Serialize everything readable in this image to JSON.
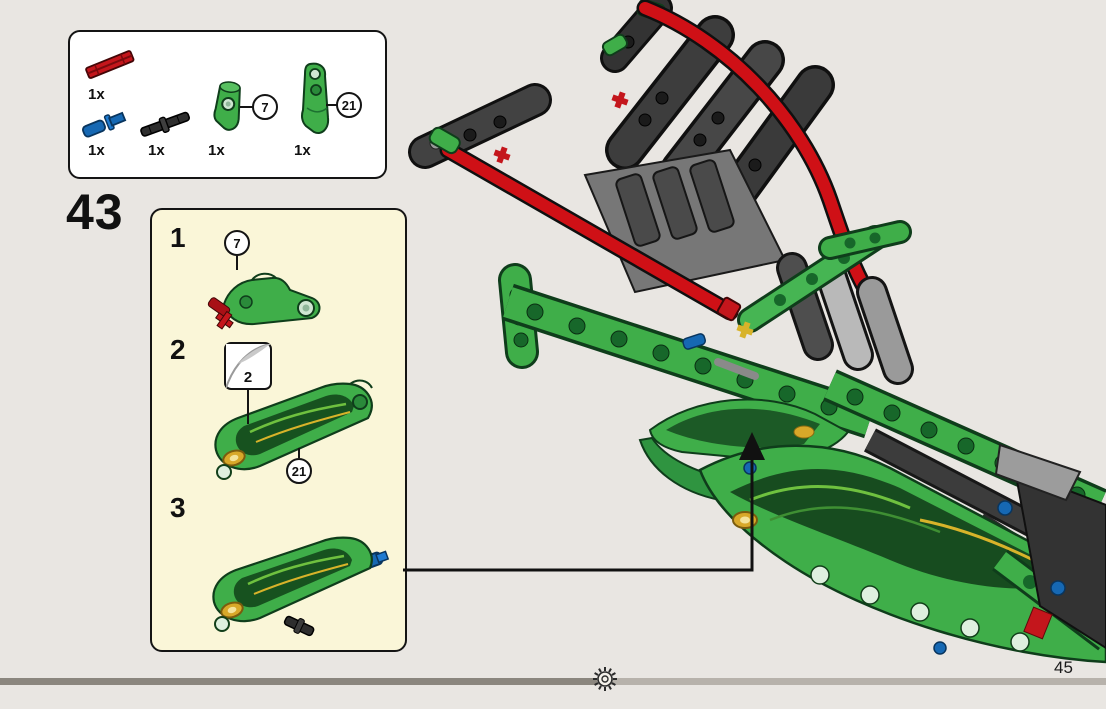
{
  "page": {
    "step_number": "43",
    "page_number": "45"
  },
  "parts_box": {
    "parts": [
      {
        "id": "red-axle-3l",
        "count": "1x"
      },
      {
        "id": "blue-axle-pin",
        "count": "1x"
      },
      {
        "id": "black-pin-3l",
        "count": "1x"
      },
      {
        "id": "green-axle-connector",
        "count": "1x",
        "callout": "7"
      },
      {
        "id": "green-side-panel",
        "count": "1x",
        "callout": "21"
      }
    ]
  },
  "substeps": [
    {
      "number": "1",
      "callout": "7"
    },
    {
      "number": "2",
      "callout": "21",
      "sticker_number": "2"
    },
    {
      "number": "3"
    }
  ],
  "icons": {
    "progress": "gear-sun-icon",
    "sticker": "sticker-peel-icon",
    "arrow": "assembly-arrow-up"
  },
  "colors": {
    "lego_green": "#3fae49",
    "lego_red": "#cf1016",
    "lego_blue": "#1668b3",
    "background": "#e9e6e2",
    "substep_panel": "#faf6d8"
  }
}
